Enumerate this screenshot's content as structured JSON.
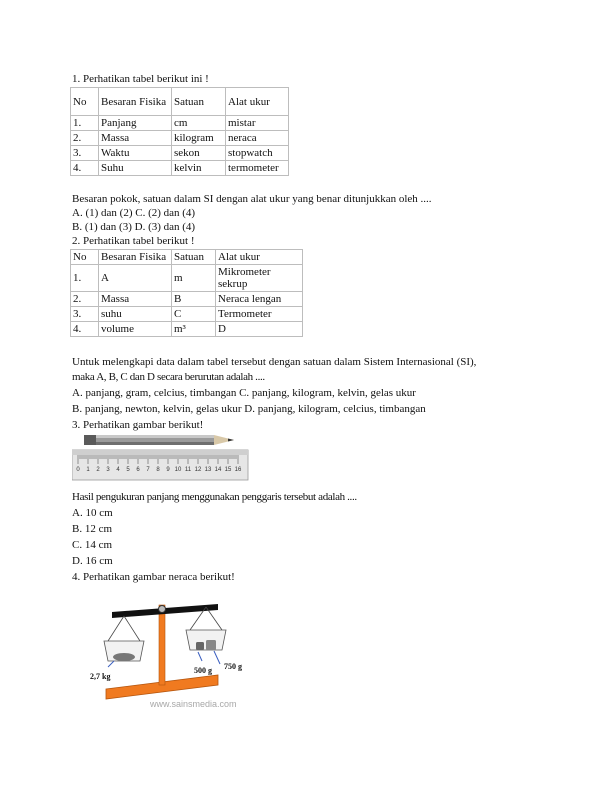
{
  "q1": {
    "title": "1. Perhatikan tabel berikut ini !",
    "headers": [
      "No",
      "Besaran Fisika",
      "Satuan",
      "Alat ukur"
    ],
    "rows": [
      [
        "1.",
        "Panjang",
        "cm",
        "mistar"
      ],
      [
        "2.",
        "Massa",
        "kilogram",
        "neraca"
      ],
      [
        "3.",
        "Waktu",
        "sekon",
        "stopwatch"
      ],
      [
        "4.",
        "Suhu",
        "kelvin",
        "termometer"
      ]
    ],
    "question": "Besaran pokok, satuan dalam SI dengan alat ukur yang benar ditunjukkan oleh ....",
    "opt_line1": "A. (1) dan (2) C. (2) dan (4)",
    "opt_line2": "B. (1) dan (3) D. (3) dan (4)"
  },
  "q2": {
    "title": "2. Perhatikan tabel berikut !",
    "headers": [
      "No",
      "Besaran Fisika",
      "Satuan",
      "Alat ukur"
    ],
    "rows": [
      [
        "1.",
        "A",
        "m",
        "Mikrometer sekrup"
      ],
      [
        "2.",
        "Massa",
        "B",
        "Neraca lengan"
      ],
      [
        "3.",
        "suhu",
        "C",
        "Termometer"
      ],
      [
        "4.",
        "volume",
        "m³",
        "D"
      ]
    ],
    "question_line1": "Untuk melengkapi data dalam tabel tersebut dengan satuan dalam Sistem Internasional (SI),",
    "question_line2": "maka A, B, C dan D secara berurutan adalah ....",
    "opt_line1": "A. panjang, gram, celcius, timbangan C. panjang, kilogram, kelvin, gelas ukur",
    "opt_line2": "B. panjang, newton, kelvin, gelas ukur D. panjang, kilogram, celcius, timbangan"
  },
  "q3": {
    "title": "3. Perhatikan gambar berikut!",
    "ruler_ticks": [
      "0",
      "1",
      "2",
      "3",
      "4",
      "5",
      "6",
      "7",
      "8",
      "9",
      "10",
      "11",
      "12",
      "13",
      "14",
      "15",
      "16"
    ],
    "question": "Hasil pengukuran panjang menggunakan penggaris tersebut adalah ....",
    "options": [
      "A. 10 cm",
      "B. 12 cm",
      "C. 14 cm",
      "D. 16 cm"
    ]
  },
  "q4": {
    "title": "4. Perhatikan gambar neraca berikut!",
    "label_left": "2,7 kg",
    "label_mid": "500 g",
    "label_right": "750 g",
    "watermark": "www.sainsmedia.com"
  }
}
